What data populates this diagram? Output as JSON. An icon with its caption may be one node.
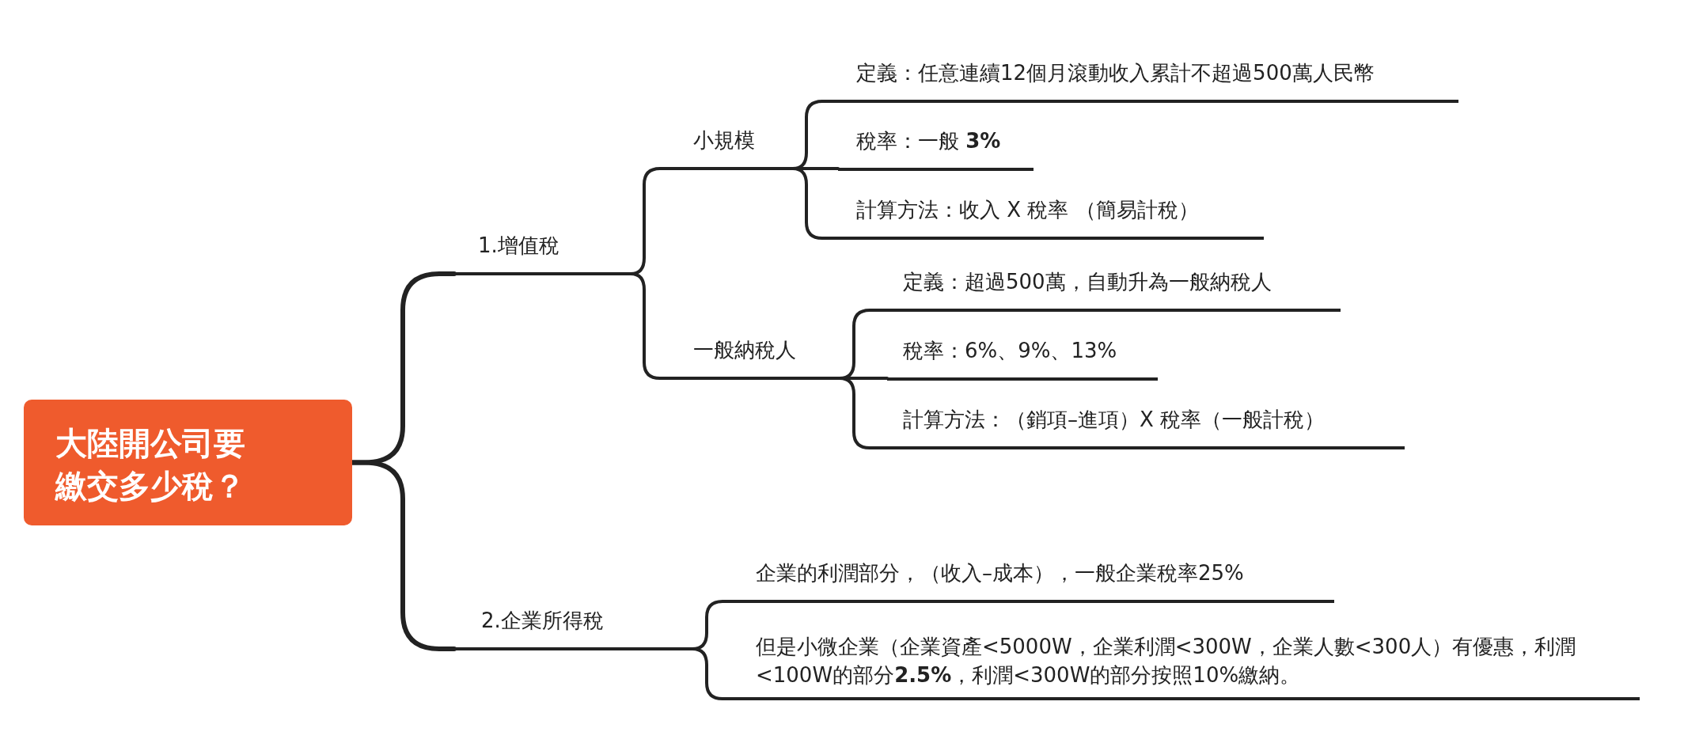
{
  "diagram": {
    "nodes": [
      {
        "text": [
          "大陸開公司要繳交多少稅？"
        ]
      },
      {
        "text": [
          "1.增值稅"
        ]
      },
      {
        "text": [
          "小規模"
        ]
      },
      {
        "text": [
          "定義：任意連續12個月滾動收入累計不超過500萬人民幣"
        ]
      },
      {
        "text": [
          "稅率：一般 **3%**"
        ]
      },
      {
        "text": [
          "計算方法：收入 X 稅率 （簡易計稅）"
        ]
      },
      {
        "text": [
          "一般納稅人"
        ]
      },
      {
        "text": [
          "定義：超過500萬，自動升為一般納稅人"
        ]
      },
      {
        "text": [
          "稅率：6%、9%、13%"
        ]
      },
      {
        "text": [
          "計算方法：（銷項–進項）X 稅率（一般計稅）"
        ]
      },
      {
        "text": [
          "2.企業所得稅"
        ]
      },
      {
        "text": [
          "企業的利潤部分，（收入–成本），一般企業稅率25%"
        ]
      },
      {
        "text": [
          "但是小微企業（企業資產<5000W，企業利潤<300W，企業人數<300人）有優惠，利潤<100W的部分**2.5%**，利潤<300W的部分按照10%繳納。"
        ]
      }
    ],
    "edges": [
      {
        "from": 0,
        "to": 1,
        "arrow": "none"
      },
      {
        "from": 0,
        "to": 10,
        "arrow": "none"
      },
      {
        "from": 1,
        "to": 2,
        "arrow": "none"
      },
      {
        "from": 1,
        "to": 6,
        "arrow": "none"
      },
      {
        "from": 2,
        "to": 3,
        "arrow": "none"
      },
      {
        "from": 2,
        "to": 4,
        "arrow": "none"
      },
      {
        "from": 2,
        "to": 5,
        "arrow": "none"
      },
      {
        "from": 6,
        "to": 7,
        "arrow": "none"
      },
      {
        "from": 6,
        "to": 8,
        "arrow": "none"
      },
      {
        "from": 6,
        "to": 9,
        "arrow": "none"
      },
      {
        "from": 10,
        "to": 11,
        "arrow": "none"
      },
      {
        "from": 10,
        "to": 12,
        "arrow": "none"
      }
    ]
  }
}
